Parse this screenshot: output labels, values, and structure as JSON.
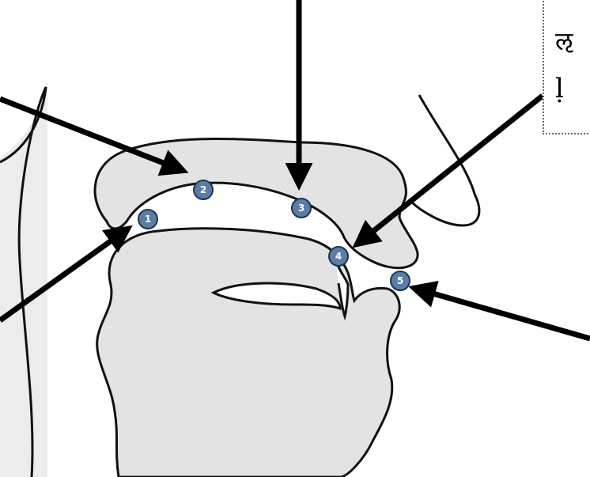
{
  "colors": {
    "tissue_fill": "#e3e3e3",
    "outline": "#111111",
    "arrow": "#000000",
    "marker_fill": "#5b7ca6",
    "marker_text": "#ffffff",
    "box_border": "#666666"
  },
  "markers": [
    {
      "number": "1"
    },
    {
      "number": "2"
    },
    {
      "number": "3"
    },
    {
      "number": "4"
    },
    {
      "number": "5"
    }
  ],
  "label_box": {
    "devanagari": "ऌ",
    "transliteration": "ḷ"
  }
}
